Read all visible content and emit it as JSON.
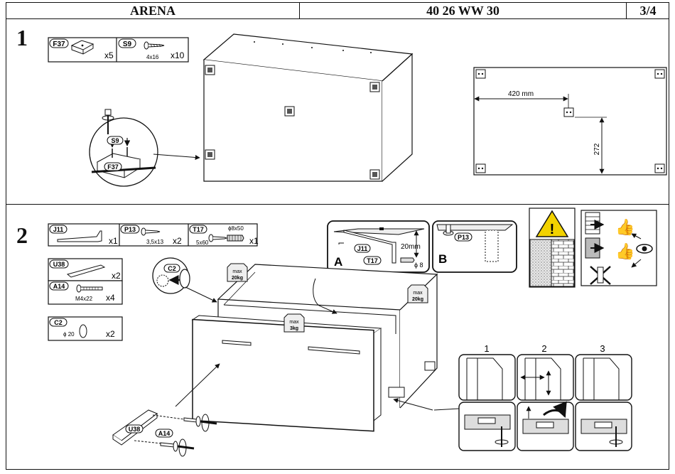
{
  "header": {
    "product": "ARENA",
    "code": "40 26 WW 30",
    "page": "3/4"
  },
  "step1": {
    "number": "1",
    "parts": [
      {
        "code": "F37",
        "qty": "x5",
        "spec": ""
      },
      {
        "code": "S9",
        "qty": "x10",
        "spec": "4x16"
      }
    ],
    "detail_labels": [
      "S9",
      "F37"
    ],
    "dim_horizontal": "420 mm",
    "dim_vertical": "272"
  },
  "step2": {
    "number": "2",
    "parts": [
      {
        "code": "J11",
        "qty": "x1",
        "spec": ""
      },
      {
        "code": "P13",
        "qty": "x2",
        "spec": "3,5x13"
      },
      {
        "code": "T17",
        "qty": "x1",
        "spec": "5x60",
        "spec2": "ϕ8x50"
      },
      {
        "code": "U38",
        "qty": "x2",
        "spec": ""
      },
      {
        "code": "A14",
        "qty": "x4",
        "spec": "M4x22"
      },
      {
        "code": "C2",
        "qty": "x2",
        "spec": "ϕ 20"
      }
    ],
    "inset_a": {
      "letter": "A",
      "labels": [
        "J11",
        "T17"
      ],
      "dim_height": "20mm",
      "dim_dia": "ϕ 8"
    },
    "inset_b": {
      "letter": "B",
      "labels": [
        "P13"
      ]
    },
    "loads": [
      {
        "top": "max",
        "bottom": "20kg"
      },
      {
        "top": "max",
        "bottom": "3kg"
      },
      {
        "top": "max",
        "bottom": "20kg"
      }
    ],
    "c2_label": "C2",
    "drawer_parts": [
      "U38",
      "A14"
    ],
    "adjust_steps": [
      "1",
      "2",
      "3"
    ]
  }
}
